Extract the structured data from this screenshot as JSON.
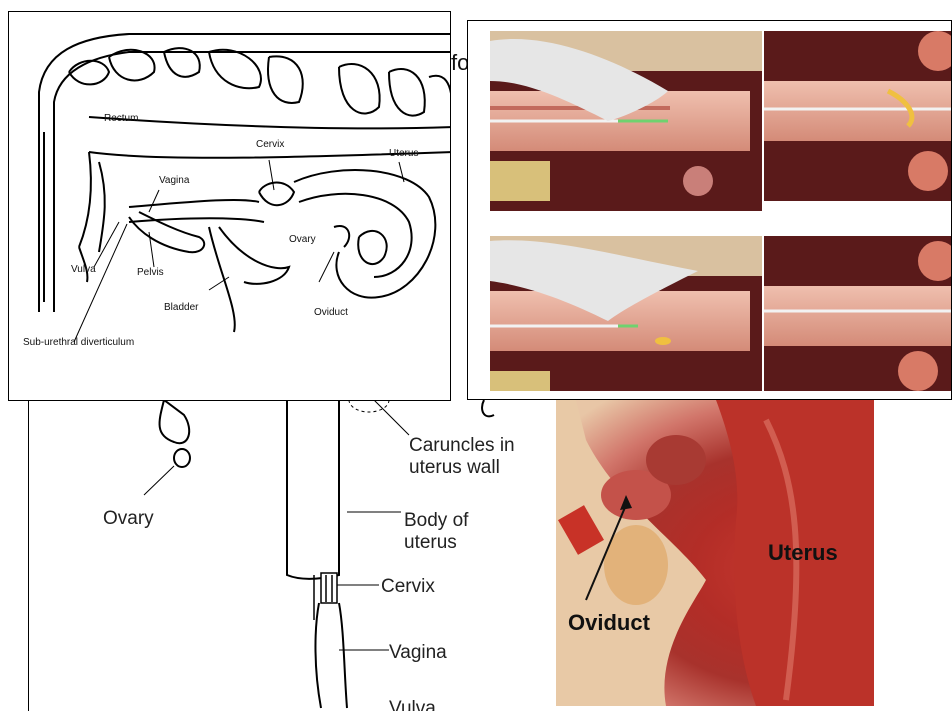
{
  "header_fragment": "fo",
  "cow_diagram": {
    "labels": {
      "rectum": "Rectum",
      "cervix": "Cervix",
      "uterus": "Uterus",
      "vagina": "Vagina",
      "ovary": "Ovary",
      "vulva": "Vulva",
      "pelvis": "Pelvis",
      "bladder": "Bladder",
      "oviduct": "Oviduct",
      "sub_urethral": "Sub-urethral diverticulum"
    }
  },
  "uterus_diagram": {
    "labels": {
      "ovary": "Ovary",
      "caruncles": "Caruncles in uterus wall",
      "body": "Body of uterus",
      "cervix": "Cervix",
      "vagina": "Vagina",
      "vulva": "Vulva"
    }
  },
  "photo": {
    "labels": {
      "uterus": "Uterus",
      "oviduct": "Oviduct"
    }
  },
  "colors": {
    "tissue_pink": "#e8a48e",
    "dark_maroon": "#5a1a1a",
    "glove": "#e6e6e6",
    "photo_red": "#b32d27",
    "photo_text_black": "#111111"
  }
}
